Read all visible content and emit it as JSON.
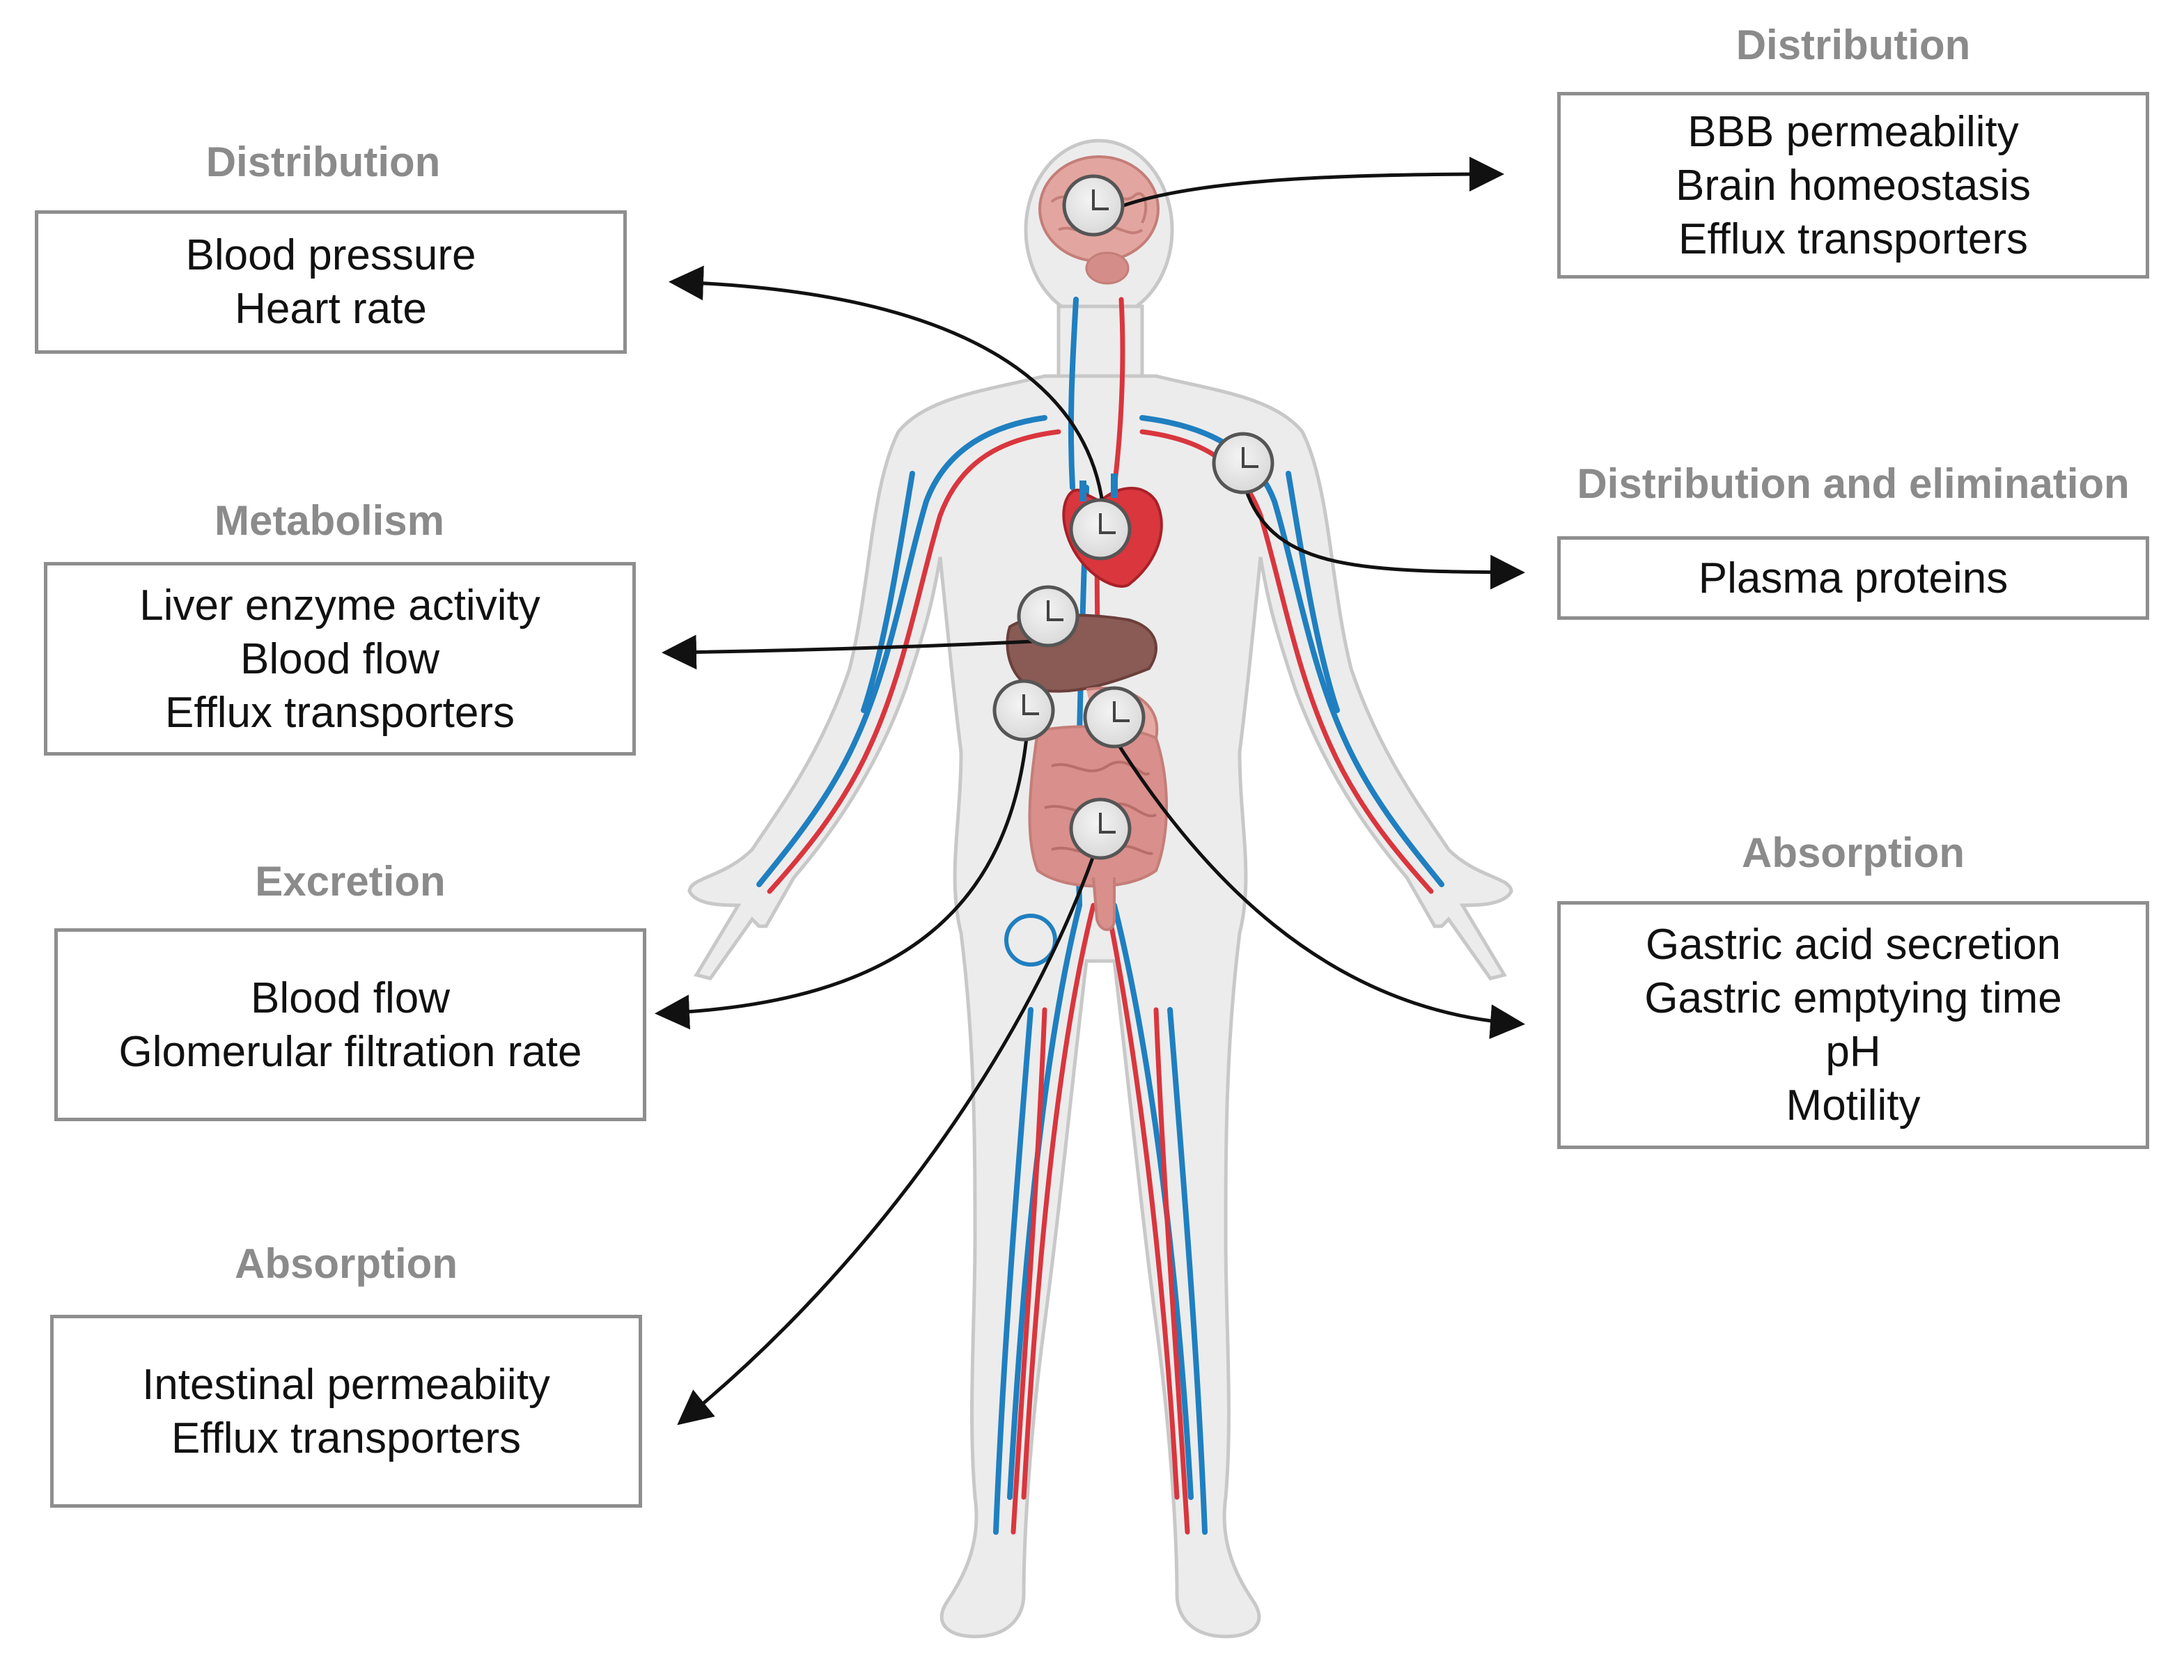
{
  "colors": {
    "title_gray": "#8b8b8b",
    "box_border": "#8e8e8e",
    "artery": "#d9363e",
    "vein": "#1f7fc0",
    "body_fill": "#ececec",
    "organ": "#d98f8c",
    "liver": "#8a5a55",
    "arrow": "#111111",
    "clock_face": "#e8e8e8"
  },
  "icons": [
    "clock-icon",
    "human-body-figure",
    "arrow-connector"
  ],
  "panels": {
    "brain": {
      "title": "Distribution",
      "lines": [
        "BBB permeability",
        "Brain homeostasis",
        "Efflux transporters"
      ]
    },
    "heart": {
      "title": "Distribution",
      "lines": [
        "Blood pressure",
        "Heart rate"
      ]
    },
    "liver": {
      "title": "Metabolism",
      "lines": [
        "Liver enzyme activity",
        "Blood flow",
        "Efflux transporters"
      ]
    },
    "plasma": {
      "title": "Distribution and elimination",
      "lines": [
        "Plasma proteins"
      ]
    },
    "kidney": {
      "title": "Excretion",
      "lines": [
        "Blood flow",
        "Glomerular filtration rate"
      ]
    },
    "stomach": {
      "title": "Absorption",
      "lines": [
        "Gastric acid secretion",
        "Gastric emptying time",
        "pH",
        "Motility"
      ]
    },
    "intestine": {
      "title": "Absorption",
      "lines": [
        "Intestinal permeabiity",
        "Efflux transporters"
      ]
    }
  }
}
